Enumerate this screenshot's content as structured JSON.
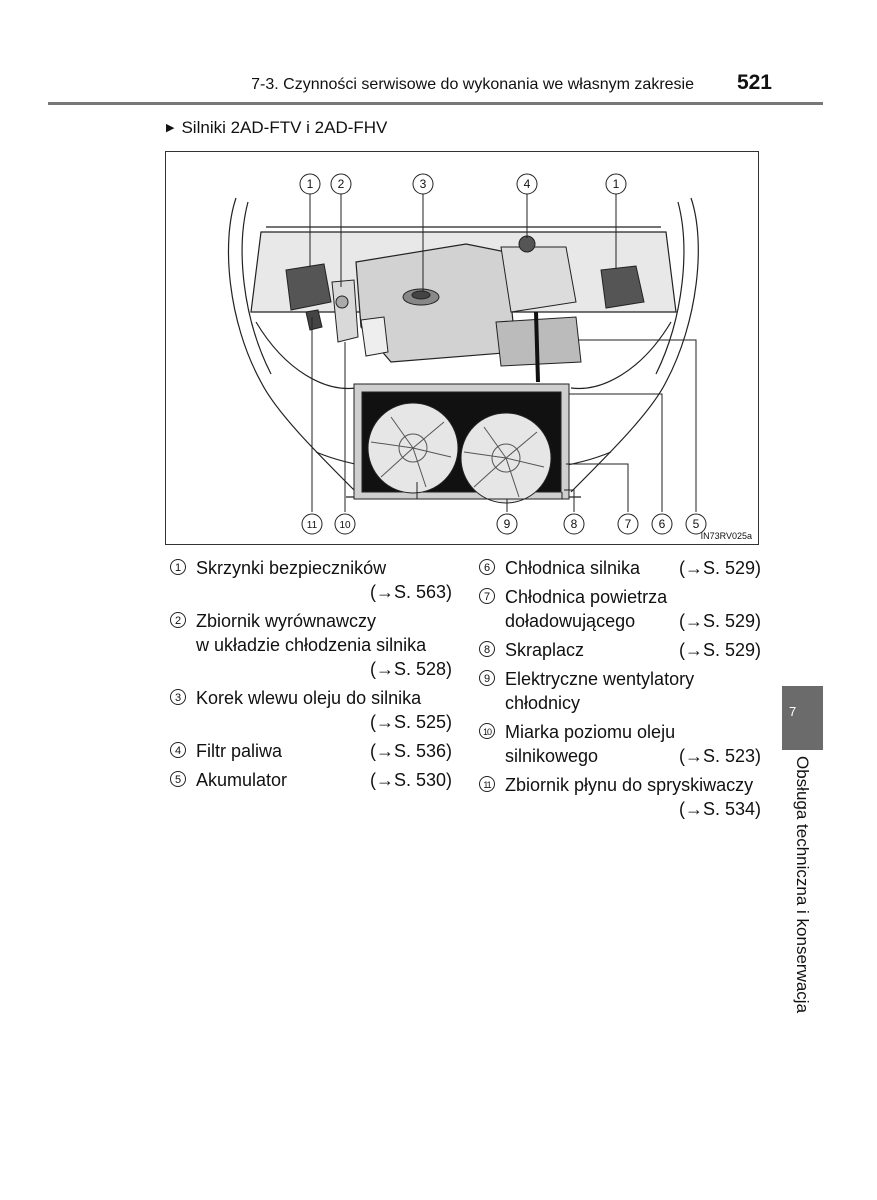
{
  "header": {
    "section": "7-3. Czynności serwisowe do wykonania we własnym zakresie",
    "page_number": "521"
  },
  "section_title": "Silniki 2AD-FTV i 2AD-FHV",
  "figure": {
    "image_id": "IN73RV025a",
    "callouts_top": [
      "1",
      "2",
      "3",
      "4",
      "1"
    ],
    "callouts_bottom": [
      "11",
      "10",
      "9",
      "8",
      "7",
      "6",
      "5"
    ]
  },
  "legend_left": [
    {
      "num": "1",
      "label": "Skrzynki bezpieczników",
      "ref": "(→S. 563)"
    },
    {
      "num": "2",
      "label1": "Zbiornik wyrównawczy",
      "label2": "w układzie chłodzenia silnika",
      "ref": "(→S. 528)"
    },
    {
      "num": "3",
      "label": "Korek wlewu oleju do silnika",
      "ref": "(→S. 525)"
    },
    {
      "num": "4",
      "label": "Filtr paliwa",
      "ref": "(→S. 536)"
    },
    {
      "num": "5",
      "label": "Akumulator",
      "ref": "(→S. 530)"
    }
  ],
  "legend_right": [
    {
      "num": "6",
      "label": "Chłodnica silnika",
      "ref": "(→S. 529)"
    },
    {
      "num": "7",
      "label1": "Chłodnica powietrza",
      "label2": "doładowującego",
      "ref": "(→S. 529)"
    },
    {
      "num": "8",
      "label": "Skraplacz",
      "ref": "(→S. 529)"
    },
    {
      "num": "9",
      "label1": "Elektryczne wentylatory",
      "label2": "chłodnicy"
    },
    {
      "num": "10",
      "label1": "Miarka poziomu oleju",
      "label2": "silnikowego",
      "ref": "(→S. 523)"
    },
    {
      "num": "11",
      "label": "Zbiornik płynu do spryskiwaczy",
      "ref": "(→S. 534)"
    }
  ],
  "side_tab": {
    "number": "7",
    "title": "Obsługa techniczna i konserwacja"
  }
}
